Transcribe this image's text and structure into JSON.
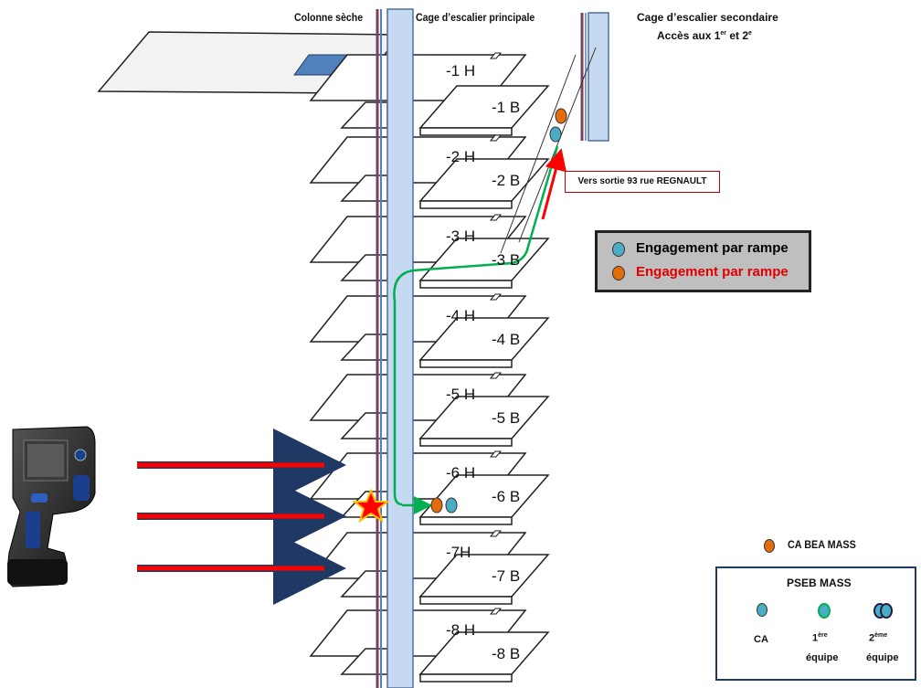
{
  "headers": {
    "colonne_seche": "Colonne sèche",
    "cage_principale": "Cage d’escalier principale",
    "cage_secondaire_line1": "Cage d’escalier secondaire",
    "cage_secondaire_line2_prefix": "Accès aux 1",
    "cage_secondaire_sup1": "er",
    "cage_secondaire_mid": " et 2",
    "cage_secondaire_sup2": "e"
  },
  "floors": [
    {
      "label": "-1 H"
    },
    {
      "label": "-1 B"
    },
    {
      "label": "-2 H"
    },
    {
      "label": "-2 B"
    },
    {
      "label": "-3 H"
    },
    {
      "label": "-3 B"
    },
    {
      "label": "-4 H"
    },
    {
      "label": "-4 B"
    },
    {
      "label": "-5 H"
    },
    {
      "label": "-5 B"
    },
    {
      "label": "-6 H"
    },
    {
      "label": "-6 B"
    },
    {
      "label": "-7H"
    },
    {
      "label": "-7 B"
    },
    {
      "label": "-8 H"
    },
    {
      "label": "-8 B"
    }
  ],
  "exit_label": "Vers sortie 93 rue REGNAULT",
  "legend": {
    "items": [
      {
        "text": "Engagement par rampe",
        "dot_color": "#4bacc6",
        "text_color": "#111111"
      },
      {
        "text": "Engagement par rampe",
        "dot_color": "#e46c0a",
        "text_color": "#e00000"
      }
    ]
  },
  "ca_bea": {
    "label": "CA BEA MASS",
    "dot_color": "#e46c0a"
  },
  "pseb": {
    "title": "PSEB MASS",
    "ca_label": "CA",
    "team1_num": "1",
    "team1_sup": "ère",
    "team1_word": "équipe",
    "team2_num": "2",
    "team2_sup": "ème",
    "team2_word": "équipe"
  },
  "colors": {
    "stair_column": "#c5d9f1",
    "dry_riser": "#7f3f5f",
    "route": "#00b050",
    "arrow": "#ff0000",
    "ca_dot": "#4bacc6",
    "bea_dot": "#e46c0a",
    "fire_star": "#ff0000"
  }
}
